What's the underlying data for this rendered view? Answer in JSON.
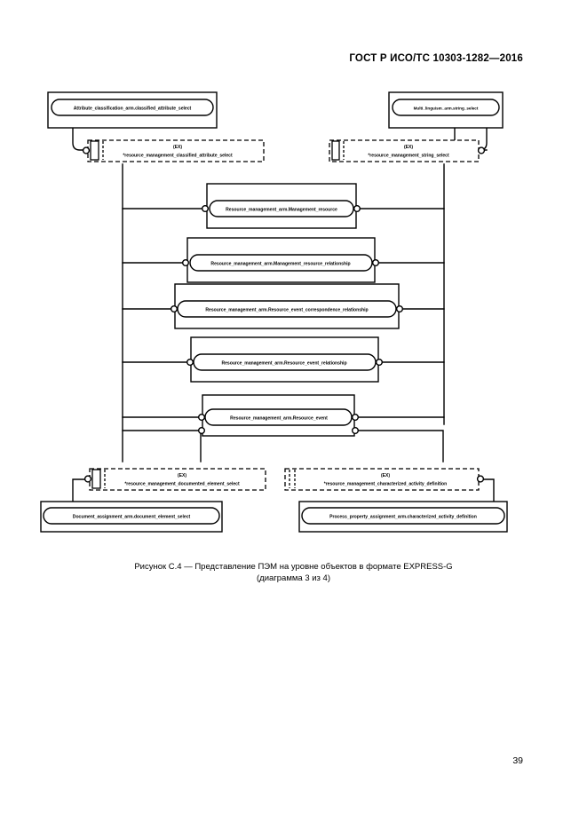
{
  "document": {
    "header": "ГОСТ Р ИСО/ТС 10303-1282—2016",
    "page_number": "39"
  },
  "caption": {
    "line1": "Рисунок С.4 — Представление ПЭМ на уровне объектов в формате EXPRESS-G",
    "line2": "(диаграмма 3 из 4)"
  },
  "diagram": {
    "type": "EXPRESS-G object level diagram",
    "ex_tag": "(EX)",
    "nodes": [
      {
        "id": "attribute_classification_select",
        "kind": "external-schema-ref",
        "label": "Attribute_classification_arm.classified_attribute_select"
      },
      {
        "id": "multi_linguism_string_select",
        "kind": "external-schema-ref",
        "label": "Multi_linguism_arm.string_select"
      },
      {
        "id": "rm_classified_attribute_select",
        "kind": "select-interface",
        "tag": "(EX)",
        "label": "*resource_management_classified_attribute_select"
      },
      {
        "id": "rm_string_select",
        "kind": "select-interface",
        "tag": "(EX)",
        "label": "*resource_management_string_select"
      },
      {
        "id": "management_resource",
        "kind": "entity",
        "label": "Resource_management_arm.Management_resource"
      },
      {
        "id": "management_resource_relationship",
        "kind": "entity",
        "label": "Resource_management_arm.Management_resource_relationship"
      },
      {
        "id": "resource_event_correspondence_relationship",
        "kind": "entity",
        "label": "Resource_management_arm.Resource_event_correspondence_relationship"
      },
      {
        "id": "resource_event_relationship",
        "kind": "entity",
        "label": "Resource_management_arm.Resource_event_relationship"
      },
      {
        "id": "resource_event",
        "kind": "entity",
        "label": "Resource_management_arm.Resource_event"
      },
      {
        "id": "rm_documented_element_select",
        "kind": "select-interface",
        "tag": "(EX)",
        "label": "*resource_management_documented_element_select"
      },
      {
        "id": "rm_characterized_activity_definition",
        "kind": "select-interface",
        "tag": "(EX)",
        "label": "*resource_management_characterized_activity_definition"
      },
      {
        "id": "document_assignment_select",
        "kind": "external-schema-ref",
        "label": "Document_assignment_arm.document_element_select"
      },
      {
        "id": "process_property_assignment_def",
        "kind": "external-schema-ref",
        "label": "Process_property_assignment_arm.characterized_activity_definition"
      }
    ]
  }
}
